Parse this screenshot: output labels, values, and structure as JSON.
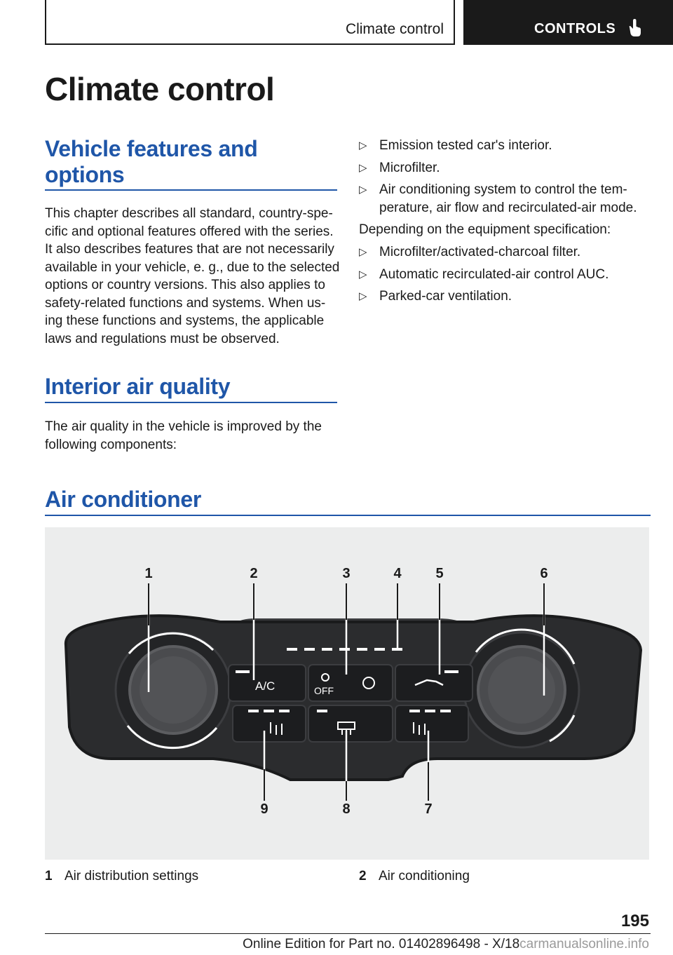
{
  "header": {
    "section": "Climate control",
    "chapter": "CONTROLS",
    "icon": "pointing-hand-icon"
  },
  "page_title": "Climate control",
  "sections": {
    "vehicle_features": {
      "heading_lines": [
        "Vehicle features and",
        "options"
      ],
      "body_lines": [
        "This chapter describes all standard, country-spe‐",
        "cific and optional features offered with the series.",
        "It also describes features that are not necessarily",
        "available in your vehicle, e. g., due to the selected",
        "options or country versions. This also applies to",
        "safety-related functions and systems. When us‐",
        "ing these functions and systems, the applicable",
        "laws and regulations must be observed."
      ]
    },
    "interior_air": {
      "heading": "Interior air quality",
      "body_lines": [
        "The air quality in the vehicle is improved by the",
        "following components:"
      ],
      "components": [
        [
          "Emission tested car's interior."
        ],
        [
          "Microfilter."
        ],
        [
          "Air conditioning system to control the tem‐",
          "perature, air flow and recirculated-air mode."
        ]
      ],
      "depending_text": "Depending on the equipment specification:",
      "optional_components": [
        [
          "Microfilter/activated-charcoal filter."
        ],
        [
          "Automatic recirculated-air control AUC."
        ],
        [
          "Parked-car ventilation."
        ]
      ]
    },
    "air_conditioner": {
      "heading": "Air conditioner",
      "callouts": [
        "1",
        "2",
        "3",
        "4",
        "5",
        "6",
        "7",
        "8",
        "9"
      ],
      "panel_labels": {
        "ac": "A/C",
        "off": "OFF"
      },
      "captions": [
        {
          "num": "1",
          "text": "Air distribution settings"
        },
        {
          "num": "2",
          "text": "Air conditioning"
        }
      ]
    }
  },
  "footer": {
    "page_number": "195",
    "edition": "Online Edition for Part no. 01402896498 - X/18",
    "watermark": "carmanualsonline.info"
  },
  "colors": {
    "heading_blue": "#1f56a8",
    "text": "#1a1a1a",
    "panel": "#2b2c2e"
  }
}
